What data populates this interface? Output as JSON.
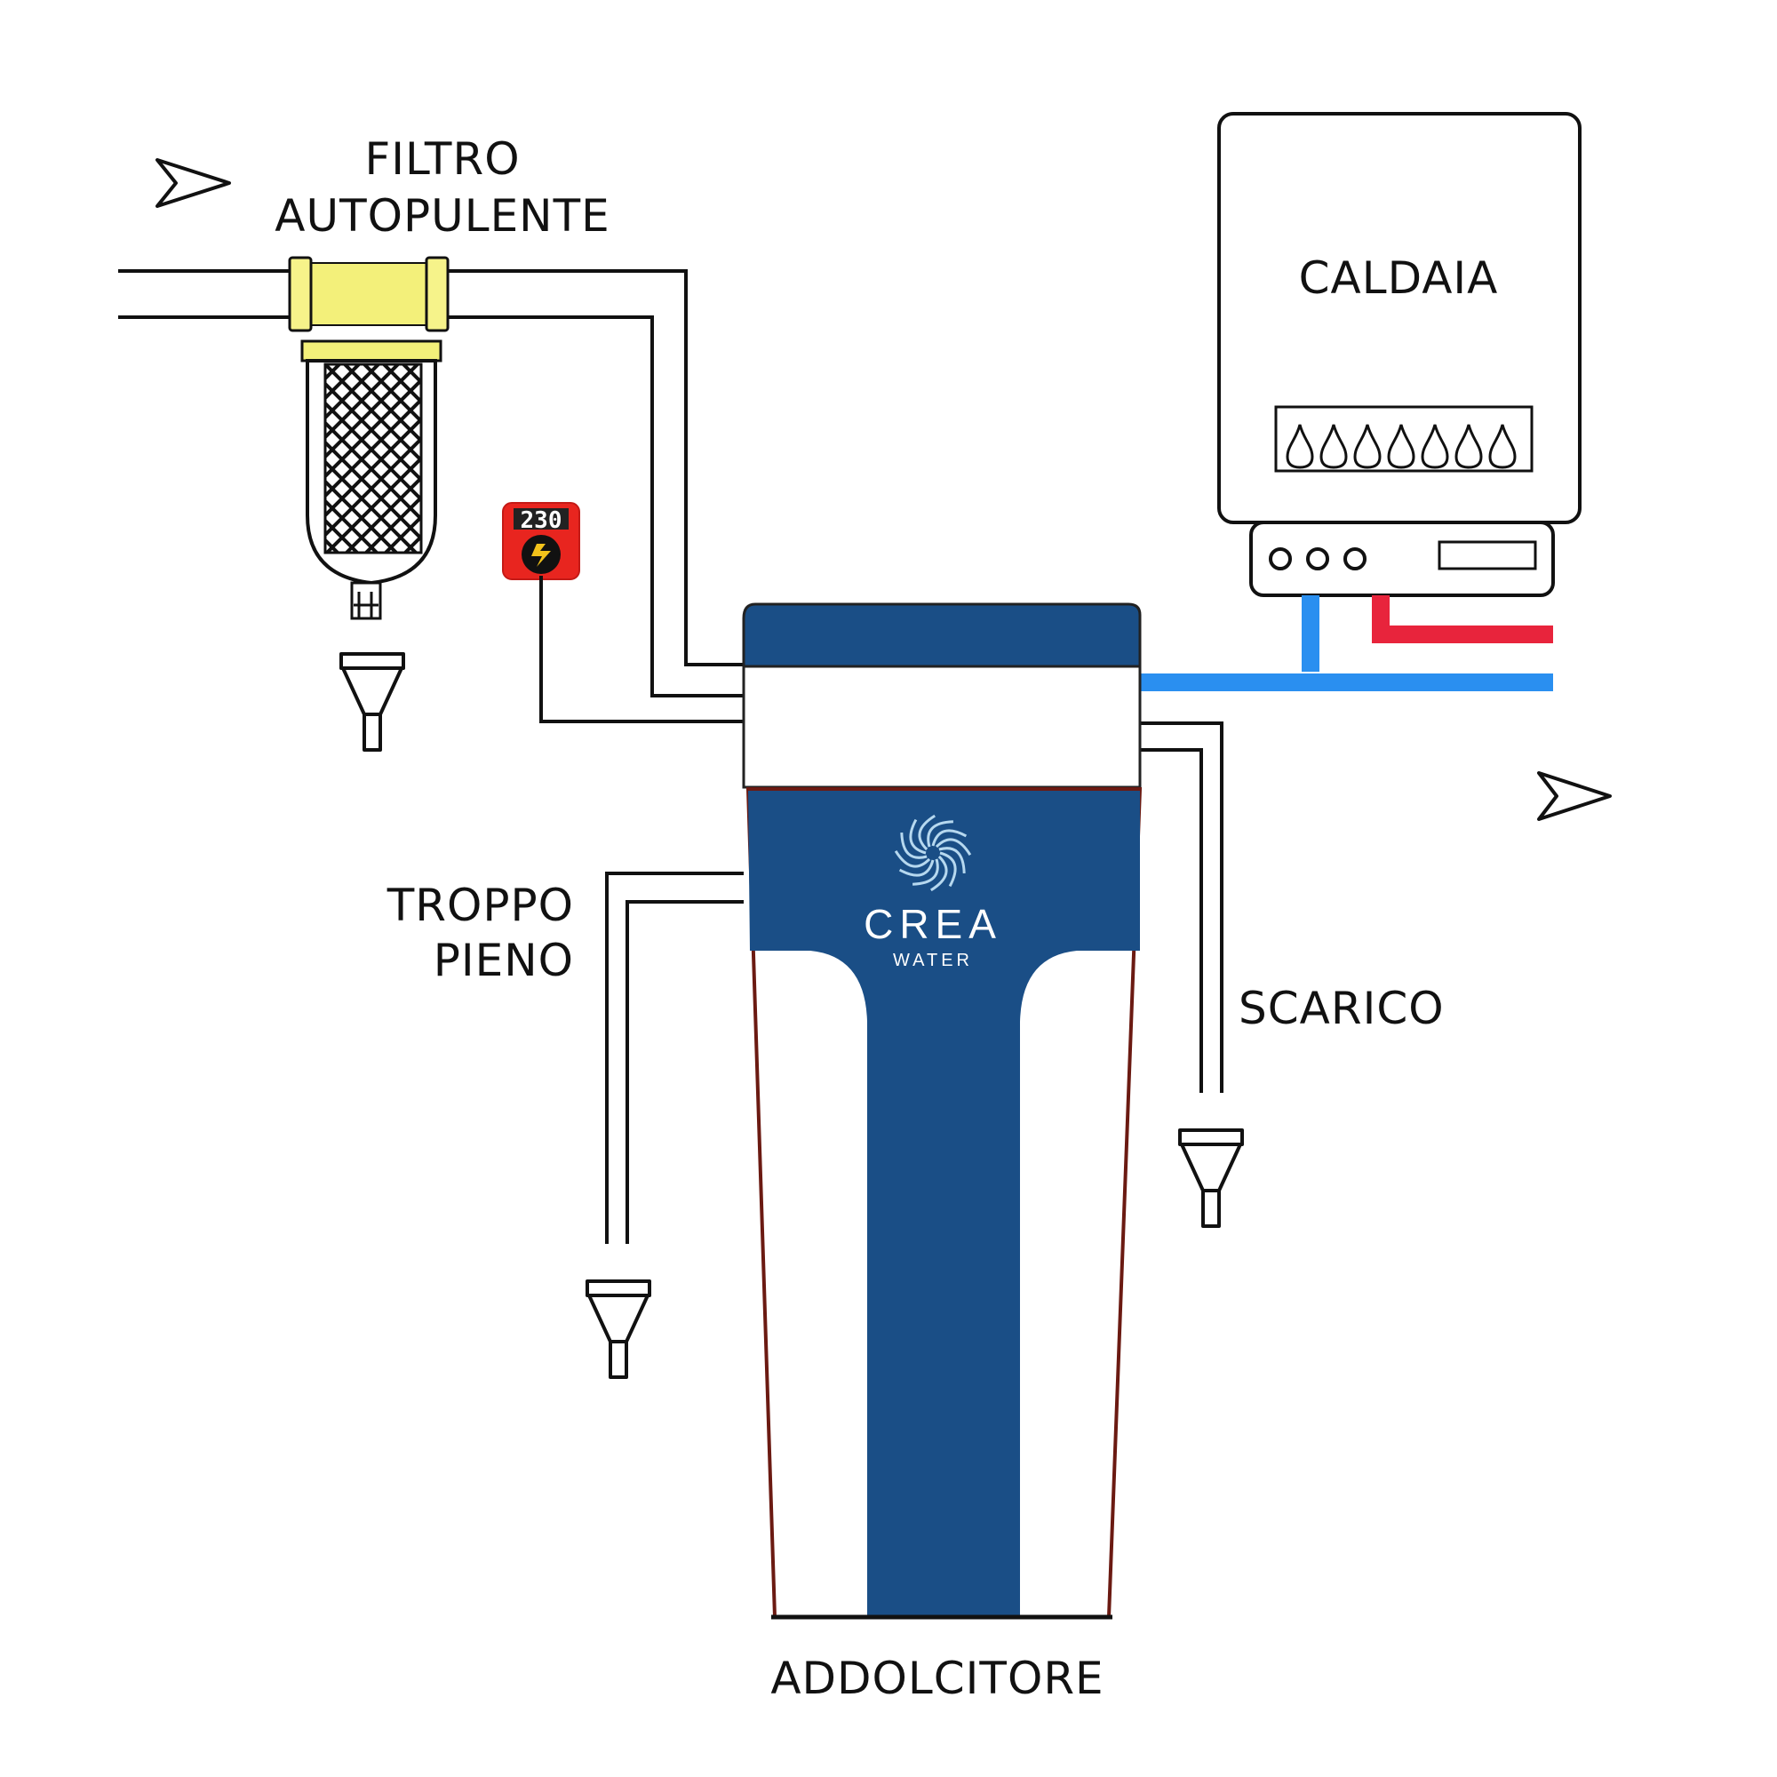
{
  "labels": {
    "filter_line1": "FILTRO",
    "filter_line2": "AUTOPULENTE",
    "boiler": "CALDAIA",
    "overflow_line1": "TROPPO",
    "overflow_line2": "PIENO",
    "drain": "SCARICO",
    "softener": "ADDOLCITORE"
  },
  "logo": {
    "brand": "CREA",
    "sub": "WATER"
  },
  "power_outlet": {
    "display": "230"
  },
  "colors": {
    "softener_blue": "#1a4e86",
    "cold_water": "#2a8ff0",
    "hot_water": "#e8243c",
    "filter_yellow": "#f3f07a",
    "outlet_red": "#e8251f"
  },
  "icons": [
    "flow-arrow-in-icon",
    "flow-arrow-out-icon",
    "drain-funnel-icon",
    "power-outlet-icon",
    "flame-icon"
  ]
}
